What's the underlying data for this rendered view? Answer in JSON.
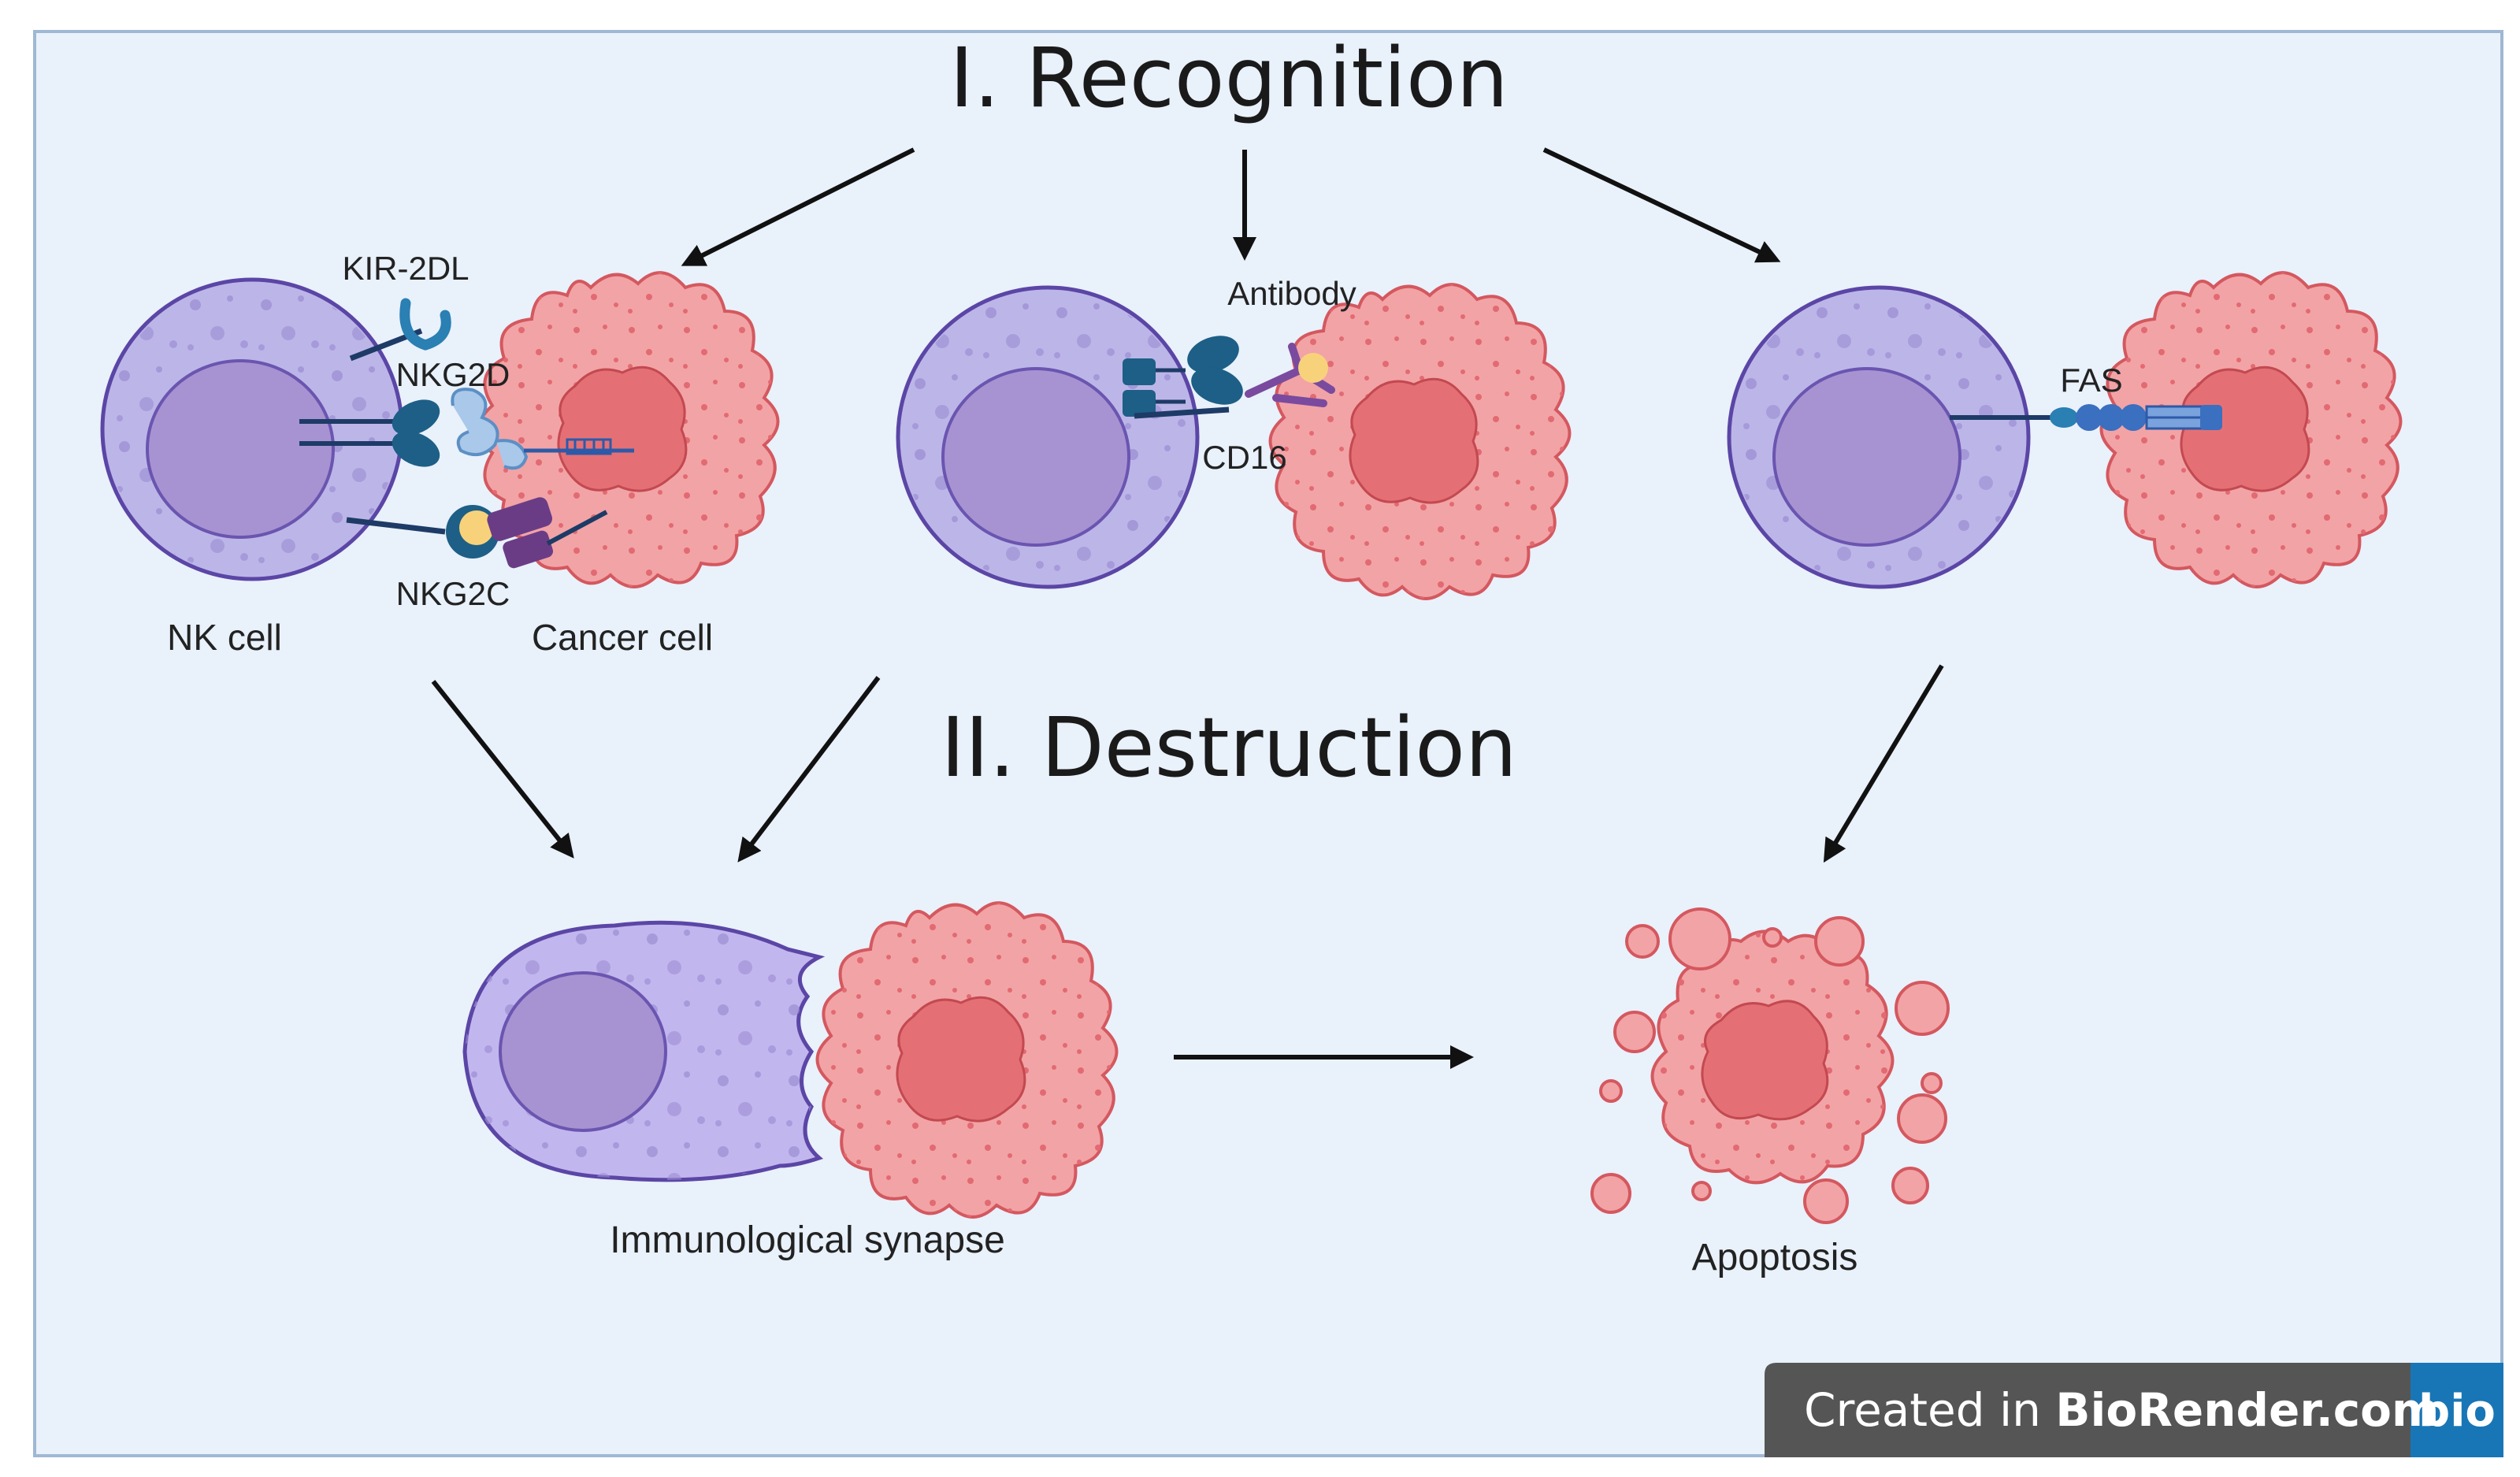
{
  "diagram": {
    "title_recognition": "I. Recognition",
    "title_destruction": "II. Destruction",
    "labels": {
      "kir": "KIR-2DL",
      "nkg2d": "NKG2D",
      "nkg2c": "NKG2C",
      "nk_cell": "NK cell",
      "cancer_cell": "Cancer cell",
      "antibody": "Antibody",
      "cd16": "CD16",
      "fas": "FAS",
      "synapse": "Immunological synapse",
      "apoptosis": "Apoptosis"
    }
  },
  "watermark": {
    "prefix": "Created in ",
    "brand": "BioRender.com",
    "logo": "bio"
  },
  "colors": {
    "background": "#e9f1fb",
    "frame": "#9fb8d4",
    "nk_membrane": "#bcb6e8",
    "nk_nucleus": "#a793d2",
    "cancer_body": "#f2a3a6",
    "cancer_nucleus": "#e47075",
    "receptor_teal": "#1d5f86",
    "ligand_light": "#a9c8ea",
    "ligand_purple": "#6b3c86",
    "antigen_yellow": "#f8d27b",
    "watermark_bg": "#555555",
    "watermark_logo_bg": "#1876b6"
  }
}
